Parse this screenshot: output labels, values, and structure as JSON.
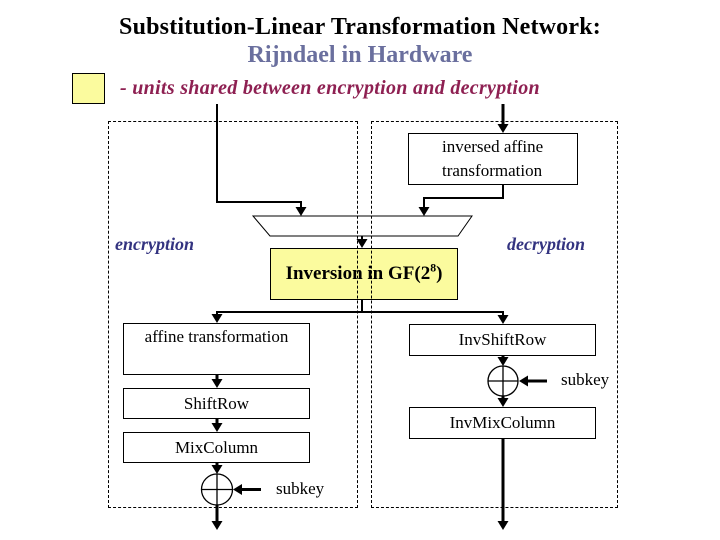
{
  "slide": {
    "title": "Substitution-Linear Transformation Network:",
    "subtitle": "Rijndael in Hardware",
    "legend_text": "- units shared between encryption and decryption"
  },
  "colors": {
    "shared_fill": "#FBFB9E",
    "subtitle_text": "#6A6F9E",
    "legend_text": "#8E2052",
    "path_label_text": "#333380",
    "line": "#000000"
  },
  "diagram": {
    "shared": {
      "inversion_prefix": "Inversion in GF(2",
      "inversion_exponent": "8",
      "inversion_suffix": ")",
      "mux_icon": "multiplexer-trapezoid",
      "xor_icon": "xor-add-subkey"
    },
    "encryption": {
      "label": "encryption",
      "boxes": [
        {
          "label": "affine transformation"
        },
        {
          "label": "ShiftRow"
        },
        {
          "label": "MixColumn"
        }
      ],
      "subkey_label": "subkey"
    },
    "decryption": {
      "label": "decryption",
      "top_box_label": "inversed affine transformation",
      "boxes": [
        {
          "label": "InvShiftRow"
        },
        {
          "label": "InvMixColumn"
        }
      ],
      "subkey_label": "subkey"
    }
  }
}
